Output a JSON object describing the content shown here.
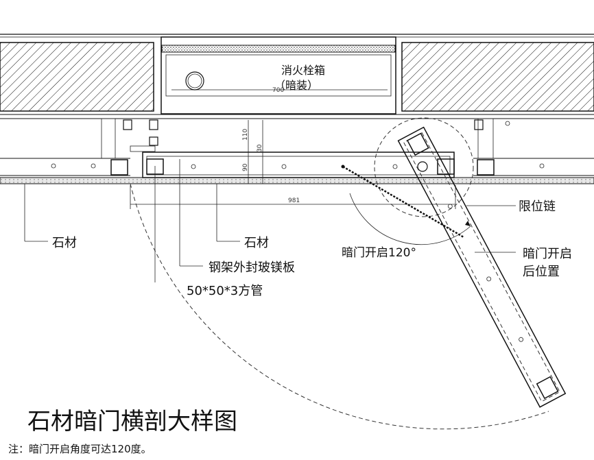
{
  "labels": {
    "hydrant_box": "消火栓箱",
    "hydrant_box_sub": "（暗装）",
    "stone_left": "石材",
    "stone_mid": "石材",
    "steel_frame": "钢架外封玻镁板",
    "square_tube": "50*50*3方管",
    "door_open": "暗门开启120°",
    "limit_chain": "限位链",
    "open_position_line1": "暗门开启",
    "open_position_line2": "后位置"
  },
  "dimensions": {
    "box_width": "700",
    "depth_110": "110",
    "depth_30": "30",
    "depth_90": "90",
    "door_width": "981"
  },
  "title": "石材暗门横剖大样图",
  "note": "注：暗门开启角度可达120度。",
  "colors": {
    "line": "#111111",
    "background": "#ffffff"
  }
}
